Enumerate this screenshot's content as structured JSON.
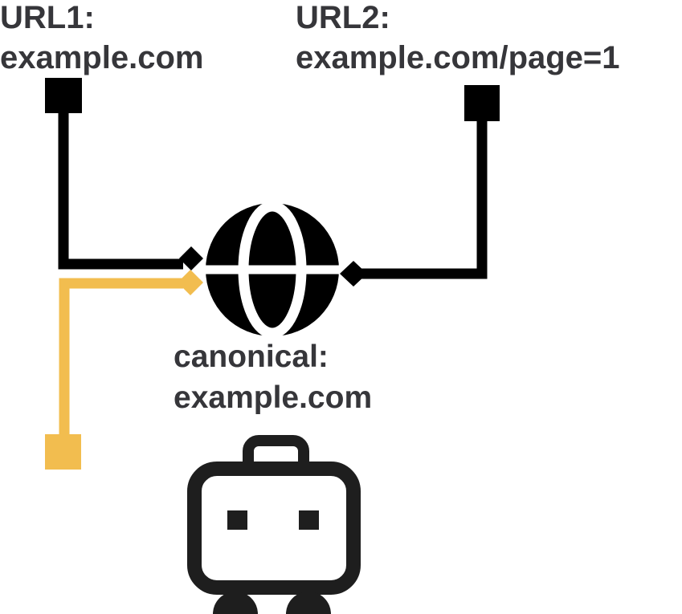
{
  "url1": {
    "title": "URL1:",
    "value": "example.com"
  },
  "url2": {
    "title": "URL2:",
    "value": "example.com/page=1"
  },
  "canonical": {
    "title": "canonical:",
    "value": "example.com"
  },
  "colors": {
    "black": "#000000",
    "text": "#36363a",
    "highlight": "#f2bd4f",
    "robot": "#1e1e1e"
  },
  "icons": {
    "center": "globe-icon",
    "crawler": "robot-icon"
  }
}
